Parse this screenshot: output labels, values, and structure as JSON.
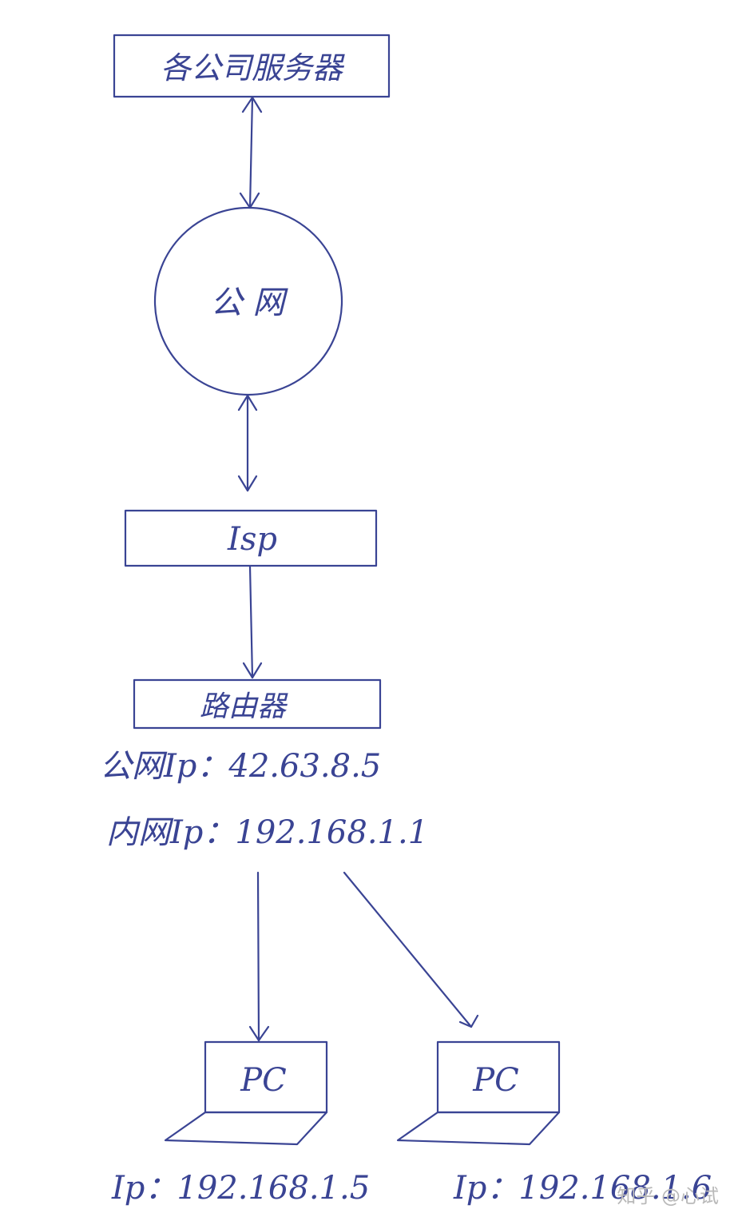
{
  "nodes": {
    "servers": "各公司服务器",
    "public_network": "公 网",
    "isp": "Isp",
    "router": "路由器",
    "pc_left": "PC",
    "pc_right": "PC"
  },
  "router_info": {
    "public_ip": "公网Ip：42.63.8.5",
    "private_ip": "内网Ip：192.168.1.1"
  },
  "pc_ips": {
    "left": "Ip：192.168.1.5",
    "right": "Ip：192.168.1.6"
  },
  "watermark": "知乎 @心试",
  "colors": {
    "ink": "#3a4494",
    "watermark": "#b9b9b9"
  }
}
